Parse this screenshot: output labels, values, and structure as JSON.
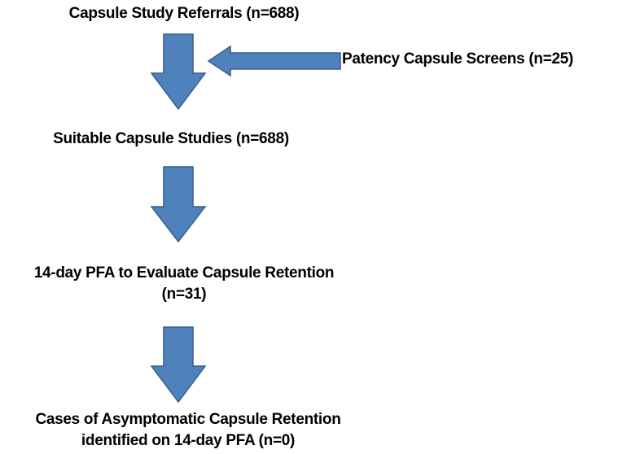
{
  "nodes": {
    "referrals": {
      "label": "Capsule Study Referrals (n=688)"
    },
    "patency": {
      "label": "Patency Capsule Screens (n=25)"
    },
    "suitable": {
      "label": "Suitable Capsule Studies (n=688)"
    },
    "pfa": {
      "line1": "14-day PFA to Evaluate Capsule Retention",
      "line2": "(n=31)"
    },
    "cases": {
      "line1": "Cases of Asymptomatic Capsule Retention",
      "line2": "identified on 14-day PFA (n=0)"
    }
  },
  "style": {
    "arrow_fill": "#4F81BD",
    "arrow_stroke": "#385D8A"
  }
}
